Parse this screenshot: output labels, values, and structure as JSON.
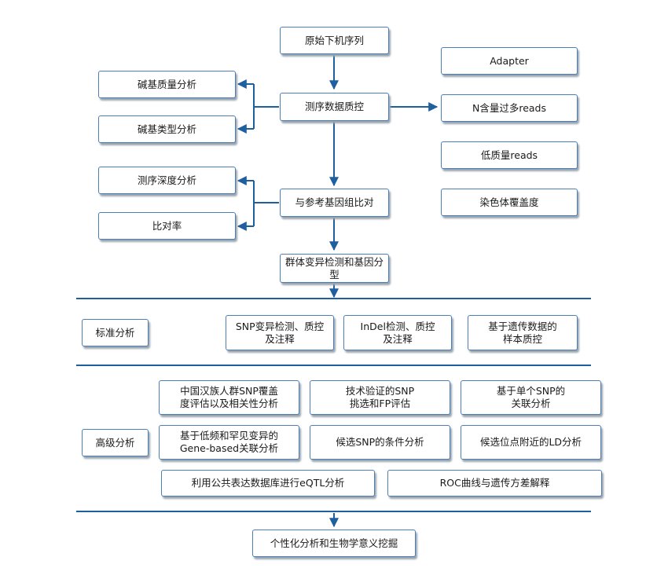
{
  "colors": {
    "box_border": "#4a7fb8",
    "arrow": "#1e5fa0",
    "divider": "#1e5fa0",
    "text": "#1a1a1a"
  },
  "pipeline": {
    "raw_reads": "原始下机序列",
    "qc": "测序数据质控",
    "alignment": "与参考基因组比对",
    "variant_calling": "群体变异检测和基因分型",
    "base_quality": "碱基质量分析",
    "base_type": "碱基类型分析",
    "depth": "测序深度分析",
    "mapping_rate": "比对率"
  },
  "qc_filters": [
    "Adapter",
    "N含量过多reads",
    "低质量reads",
    "染色体覆盖度"
  ],
  "standard_analysis": {
    "label": "标准分析",
    "items": [
      "SNP变异检测、质控\n及注释",
      "InDel检测、质控\n及注释",
      "基于遗传数据的\n样本质控"
    ]
  },
  "advanced_analysis": {
    "label": "高级分析",
    "items": [
      "中国汉族人群SNP覆盖\n度评估以及相关性分析",
      "技术验证的SNP\n挑选和FP评估",
      "基于单个SNP的\n关联分析",
      "基于低频和罕见变异的\nGene-based关联分析",
      "候选SNP的条件分析",
      "候选位点附近的LD分析",
      "利用公共表达数据库进行eQTL分析",
      "ROC曲线与遗传方差解释"
    ]
  },
  "final": "个性化分析和生物学意义挖掘"
}
